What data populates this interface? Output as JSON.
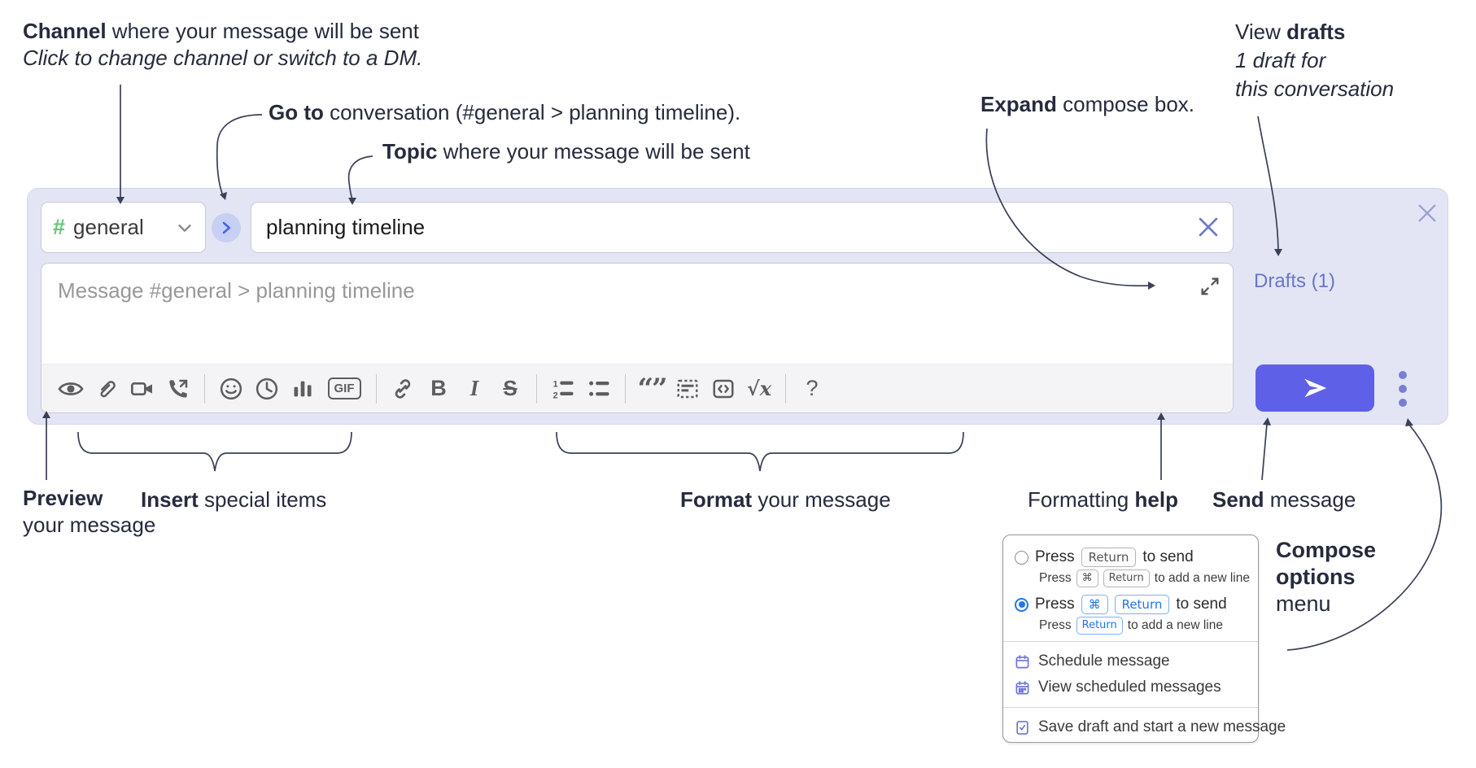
{
  "annotations": {
    "channel": {
      "bold": "Channel",
      "rest": " where your message will be sent",
      "line2": "Click to change channel or switch to a DM."
    },
    "goto": {
      "bold": "Go to",
      "rest": " conversation (#general > planning timeline)."
    },
    "topic": {
      "bold": "Topic",
      "rest": " where your message will be sent"
    },
    "expand": {
      "bold": "Expand",
      "rest": " compose box."
    },
    "drafts": {
      "pre": "View ",
      "bold": "drafts",
      "line2": "1 draft for",
      "line3": "this conversation"
    },
    "preview": {
      "bold": "Preview",
      "line2": "your message"
    },
    "insert": {
      "bold": "Insert",
      "rest": " special items"
    },
    "format": {
      "bold": "Format",
      "rest": " your message"
    },
    "help": {
      "pre": "Formatting ",
      "bold": "help"
    },
    "send": {
      "bold": "Send",
      "rest": " message"
    },
    "compose_options": {
      "bold1": "Compose",
      "bold2": "options",
      "line3": "menu"
    }
  },
  "compose": {
    "channel_name": "general",
    "channel_hash": "#",
    "topic_value": "planning timeline",
    "message_placeholder": "Message #general > planning timeline",
    "drafts_label": "Drafts (1)"
  },
  "toolbar": {
    "icons": [
      "preview-eye",
      "attach-paperclip",
      "video-call",
      "voice-call",
      "emoji-smiley",
      "global-time-clock",
      "poll-chart",
      "gif",
      "link",
      "bold",
      "italic",
      "strikethrough",
      "numbered-list",
      "bulleted-list",
      "quote",
      "spoiler",
      "code",
      "math",
      "help"
    ],
    "gif_label": "GIF",
    "bold_glyph": "B",
    "italic_glyph": "I",
    "strike_glyph": "S",
    "quote_glyph": "“”",
    "math_glyph": "√x",
    "help_glyph": "?"
  },
  "options_menu": {
    "radio_off": {
      "press": "Press",
      "key1": "Return",
      "suffix": "to send"
    },
    "radio_off_sub": {
      "press": "Press",
      "key1": "⌘",
      "key2": "Return",
      "suffix": "to add a new line"
    },
    "radio_on": {
      "press": "Press",
      "key1": "⌘",
      "key2": "Return",
      "suffix": "to send"
    },
    "radio_on_sub": {
      "press": "Press",
      "key1": "Return",
      "suffix": "to add a new line"
    },
    "items": [
      {
        "icon": "calendar-icon",
        "label": "Schedule message"
      },
      {
        "icon": "calendar-grid-icon",
        "label": "View scheduled messages"
      },
      {
        "icon": "save-draft-icon",
        "label": "Save draft and start a new message"
      }
    ]
  },
  "colors": {
    "annotation_text": "#262b3d",
    "compose_background": "#e3e5f4",
    "channel_hash_green": "#63c57d",
    "goto_circle": "#c7d0f2",
    "goto_chevron_blue": "#3f66ee",
    "send_button": "#5e61e7",
    "drafts_link": "#6a76c8",
    "menu_icon_purple": "#6f72d9",
    "kbd_blue": "#2175e8",
    "radio_selected_blue": "#2677e0"
  }
}
